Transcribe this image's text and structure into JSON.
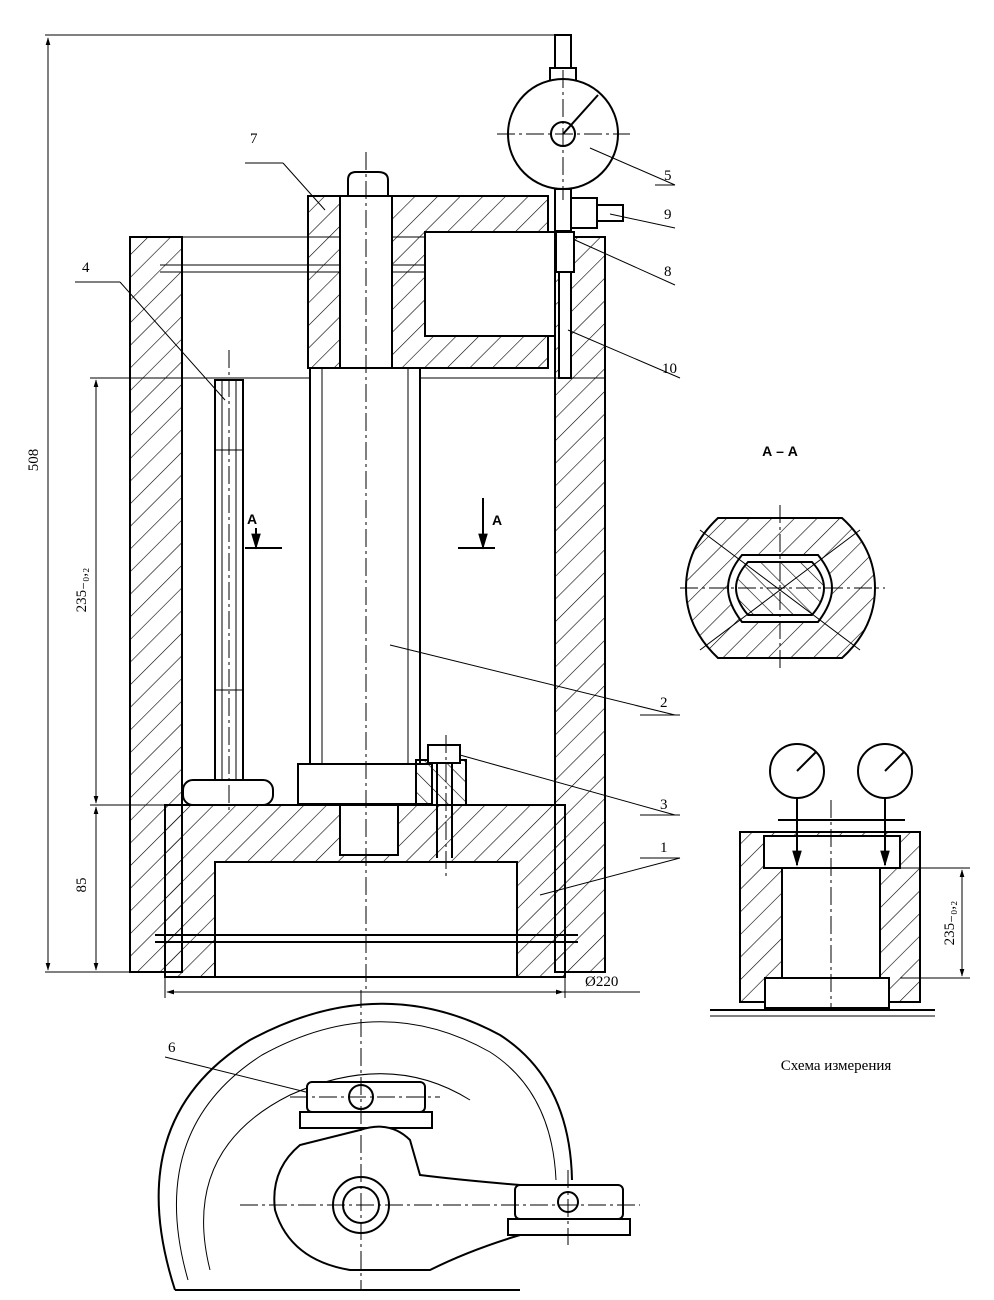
{
  "diagram": {
    "dimensions": {
      "overall_height": "508",
      "measured_length": "235₋₀,₂",
      "base_height": "85",
      "diameter": "Ø220",
      "scheme_length": "235₋₀,₂"
    },
    "section_view": {
      "title": "А – А",
      "cut_mark_left": "А",
      "cut_mark_right": "А"
    },
    "parts": [
      {
        "number": "1"
      },
      {
        "number": "2"
      },
      {
        "number": "3"
      },
      {
        "number": "4"
      },
      {
        "number": "5"
      },
      {
        "number": "6"
      },
      {
        "number": "7"
      },
      {
        "number": "8"
      },
      {
        "number": "9"
      },
      {
        "number": "10"
      }
    ],
    "scheme_caption": "Схема измерения"
  }
}
